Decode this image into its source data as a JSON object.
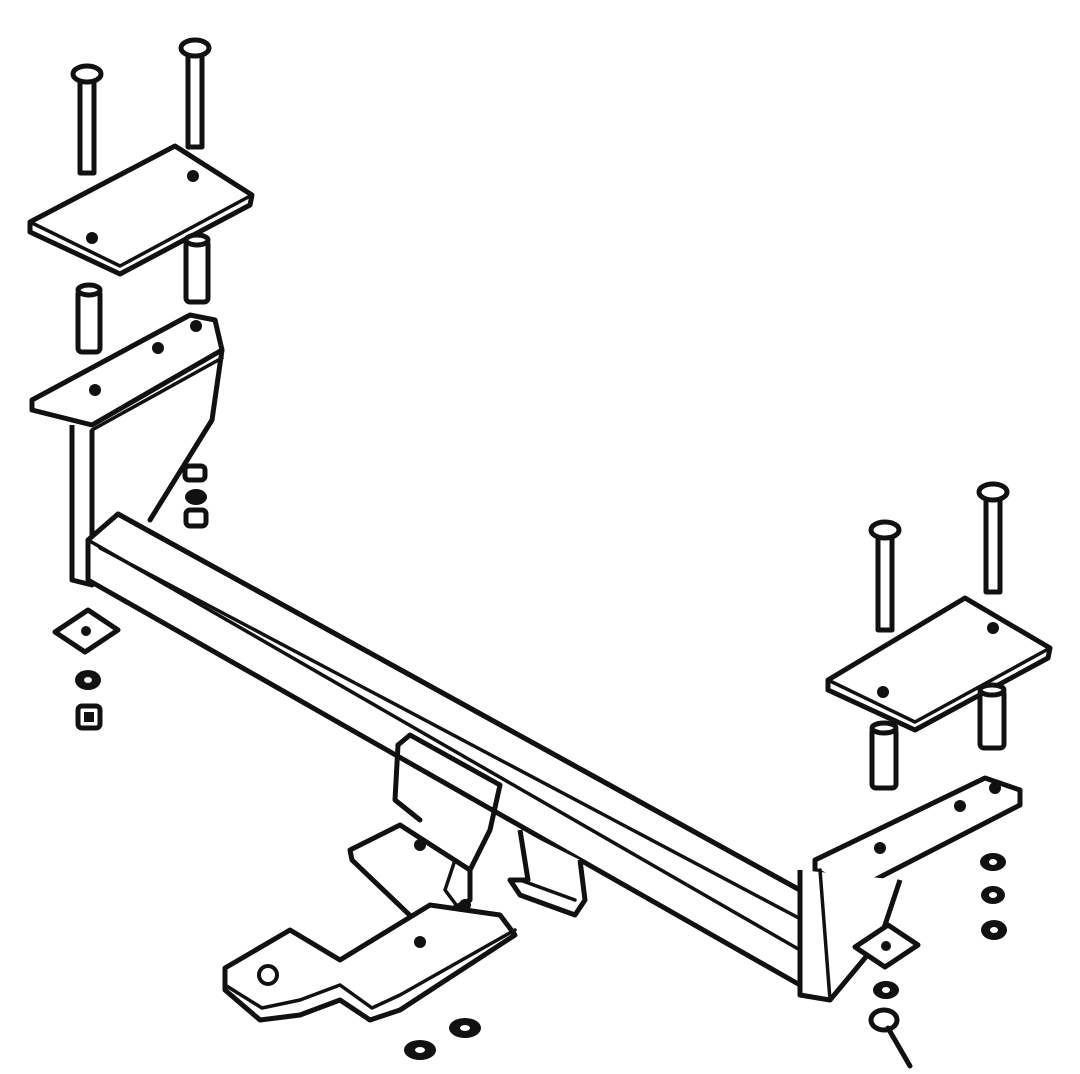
{
  "diagram": {
    "kind": "exploded hardware assembly line drawing",
    "line_color": "#111111",
    "background": "#ffffff",
    "parts": [
      "left-bolt-1",
      "left-bolt-2",
      "left-spacer-plate",
      "left-spacer-1",
      "left-spacer-2",
      "left-mounting-bracket",
      "left-upper-nut-stack",
      "left-square-washer",
      "left-lock-washer",
      "left-nut",
      "cross-tube",
      "center-support",
      "ball-mount-shank",
      "right-bolt-1",
      "right-bolt-2",
      "right-spacer-plate",
      "right-spacer-1",
      "right-spacer-2",
      "right-mounting-bracket",
      "right-nut-stack",
      "right-square-washer",
      "right-lock-washer",
      "right-lower-bolt",
      "shank-nut-1",
      "shank-nut-2"
    ]
  }
}
